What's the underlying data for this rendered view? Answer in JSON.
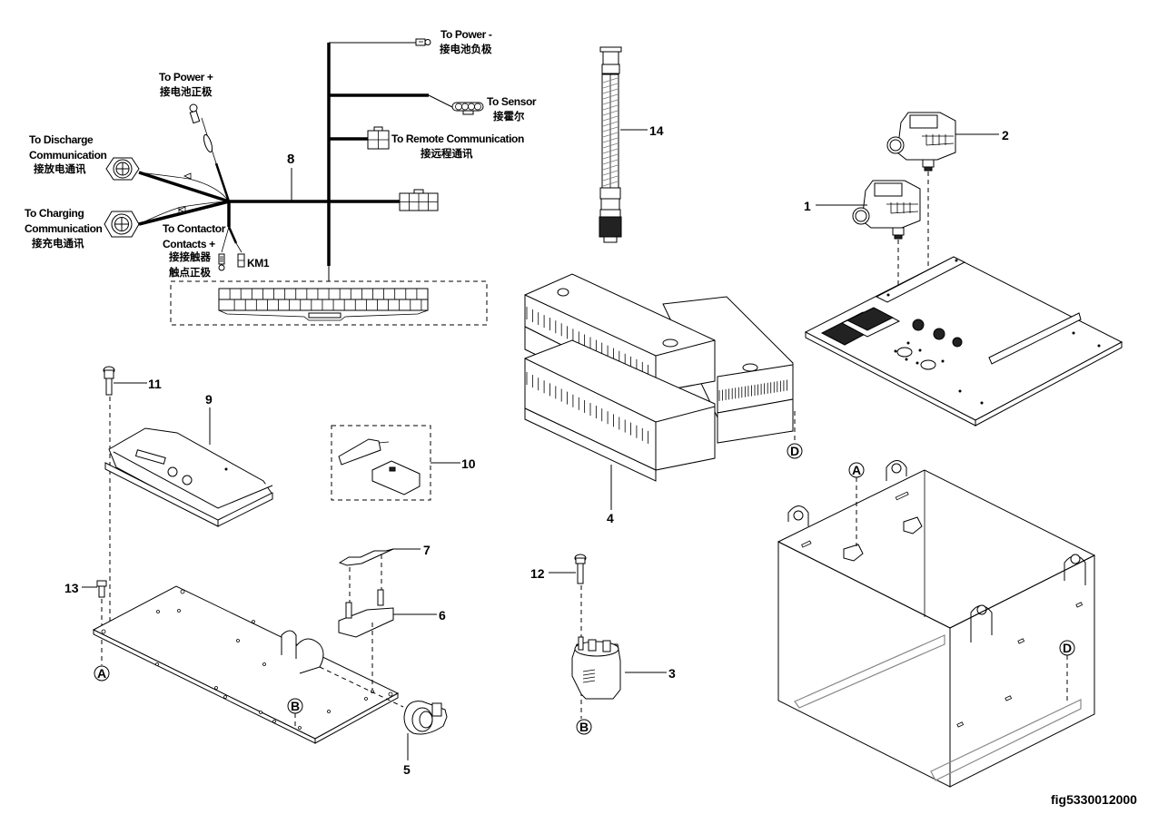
{
  "figure_id": "fig5330012000",
  "harness": {
    "item_number": "8",
    "connectors": [
      {
        "key": "power_pos",
        "en": "To Power +",
        "cn": "接电池正极"
      },
      {
        "key": "power_neg",
        "en": "To Power -",
        "cn": "接电池负极"
      },
      {
        "key": "sensor",
        "en": "To Sensor",
        "cn": "接霍尔"
      },
      {
        "key": "remote_comm",
        "en": "To Remote Communication",
        "cn": "接远程通讯"
      },
      {
        "key": "discharge_comm",
        "en_line1": "To Discharge",
        "en_line2": "Communication",
        "cn": "接放电通讯"
      },
      {
        "key": "charging_comm",
        "en_line1": "To Charging",
        "en_line2": "Communication",
        "cn": "接充电通讯"
      },
      {
        "key": "contactor",
        "en_line1": "To Contactor",
        "en_line2": "Contacts +",
        "cn_line1": "接接触器",
        "cn_line2": "触点正极"
      },
      {
        "key": "km1",
        "en": "KM1"
      }
    ]
  },
  "callouts": [
    {
      "number": "1",
      "part": "sensor-module-lower"
    },
    {
      "number": "2",
      "part": "sensor-module-upper"
    },
    {
      "number": "3",
      "part": "contactor"
    },
    {
      "number": "4",
      "part": "battery-module-stack"
    },
    {
      "number": "5",
      "part": "hall-sensor-ring"
    },
    {
      "number": "6",
      "part": "fuse-holder"
    },
    {
      "number": "7",
      "part": "fuse"
    },
    {
      "number": "8",
      "part": "wiring-harness"
    },
    {
      "number": "9",
      "part": "bms-controller"
    },
    {
      "number": "10",
      "part": "remote-module-kit"
    },
    {
      "number": "11",
      "part": "screw-long"
    },
    {
      "number": "12",
      "part": "screw-contactor"
    },
    {
      "number": "13",
      "part": "bolt-short"
    },
    {
      "number": "14",
      "part": "communication-cable"
    }
  ],
  "reference_markers": {
    "A": "A",
    "B": "B",
    "D": "D"
  }
}
